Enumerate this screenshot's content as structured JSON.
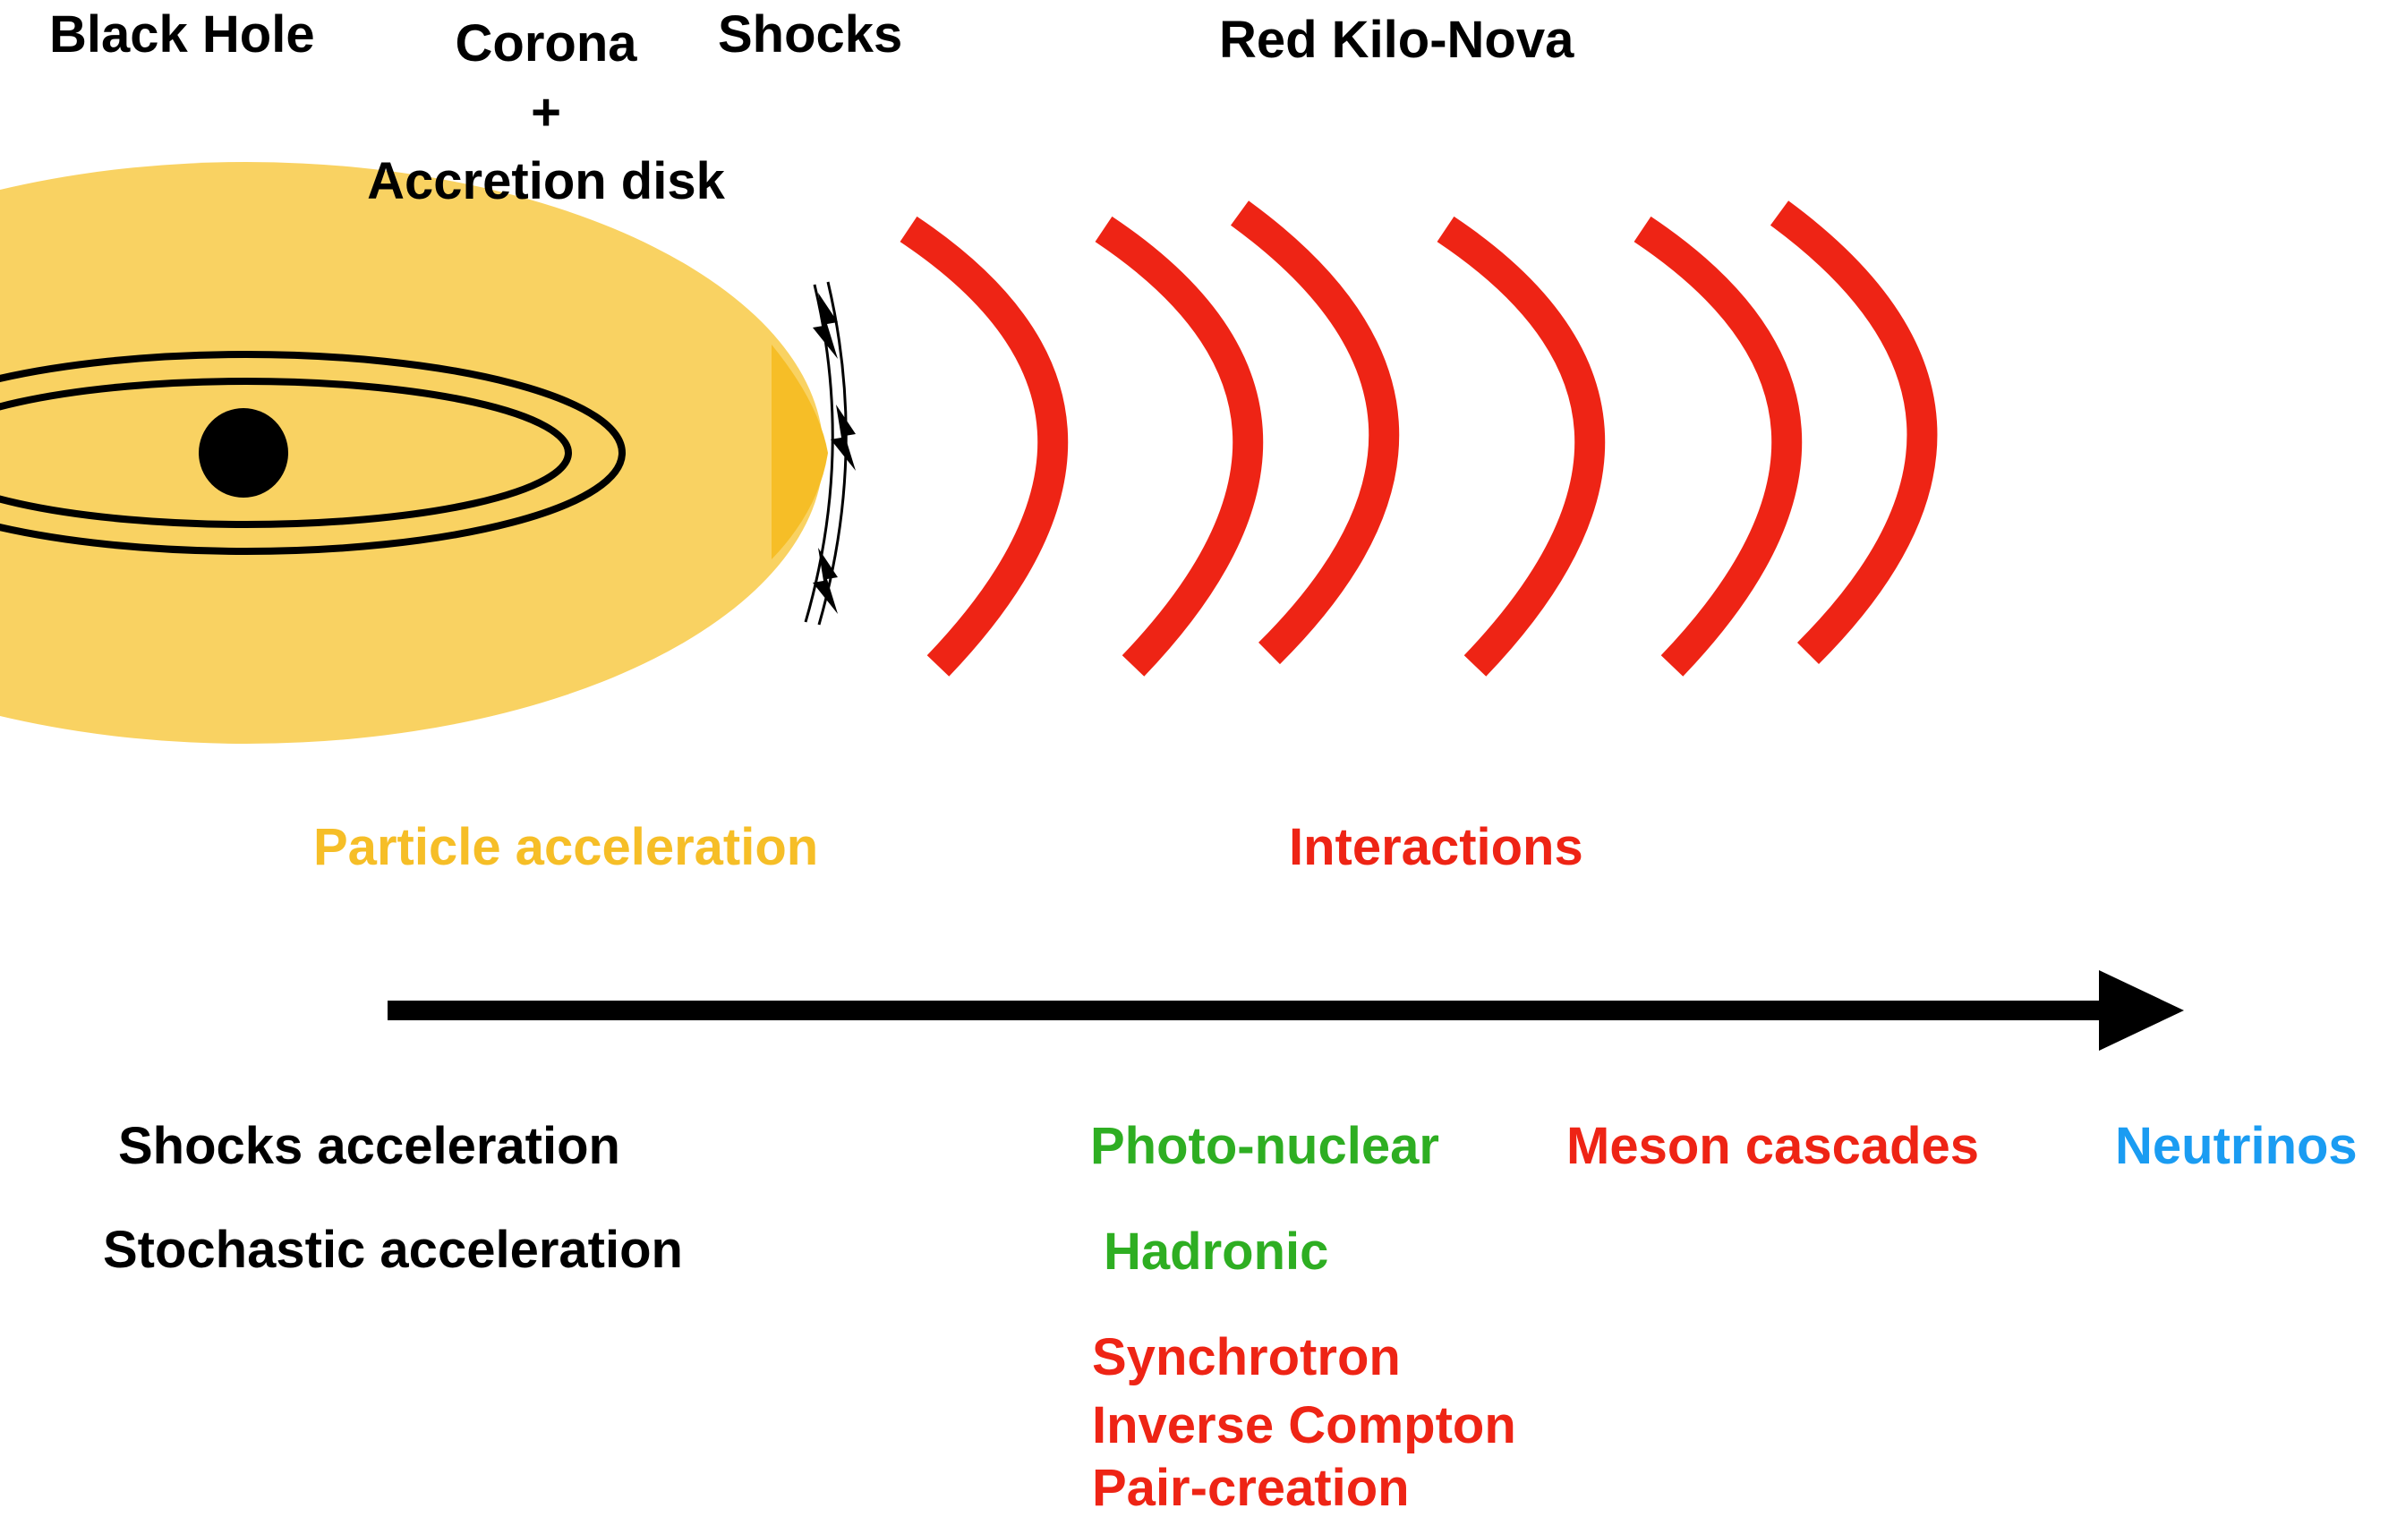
{
  "colors": {
    "accretion_glow": "#F9D262",
    "shock_region": "#F6BE27",
    "kilonova_arcs": "#EE2415",
    "particle_acceleration": "#F6BE27",
    "interactions": "#EE2415",
    "hadronic_processes": "#2EAE22",
    "neutrinos": "#1A9CF2",
    "default_text": "#000000"
  },
  "labels": {
    "black_hole": "Black Hole",
    "corona": "Corona",
    "plus": "+",
    "accretion_disk": "Accretion disk",
    "shocks": "Shocks",
    "red_kilonova": "Red Kilo-Nova",
    "particle_acceleration": "Particle acceleration",
    "interactions": "Interactions"
  },
  "processes": {
    "acceleration": [
      "Shocks acceleration",
      "Stochastic acceleration"
    ],
    "hadronic": [
      "Photo-nuclear",
      "Hadronic"
    ],
    "leptonic": [
      "Synchrotron",
      "Inverse Compton",
      "Pair-creation"
    ],
    "meson_cascades": "Meson cascades",
    "neutrinos": "Neutrinos"
  },
  "icons": {
    "shock_marks": "lightning-bolt-icon",
    "flow_arrow": "right-arrow-icon"
  }
}
